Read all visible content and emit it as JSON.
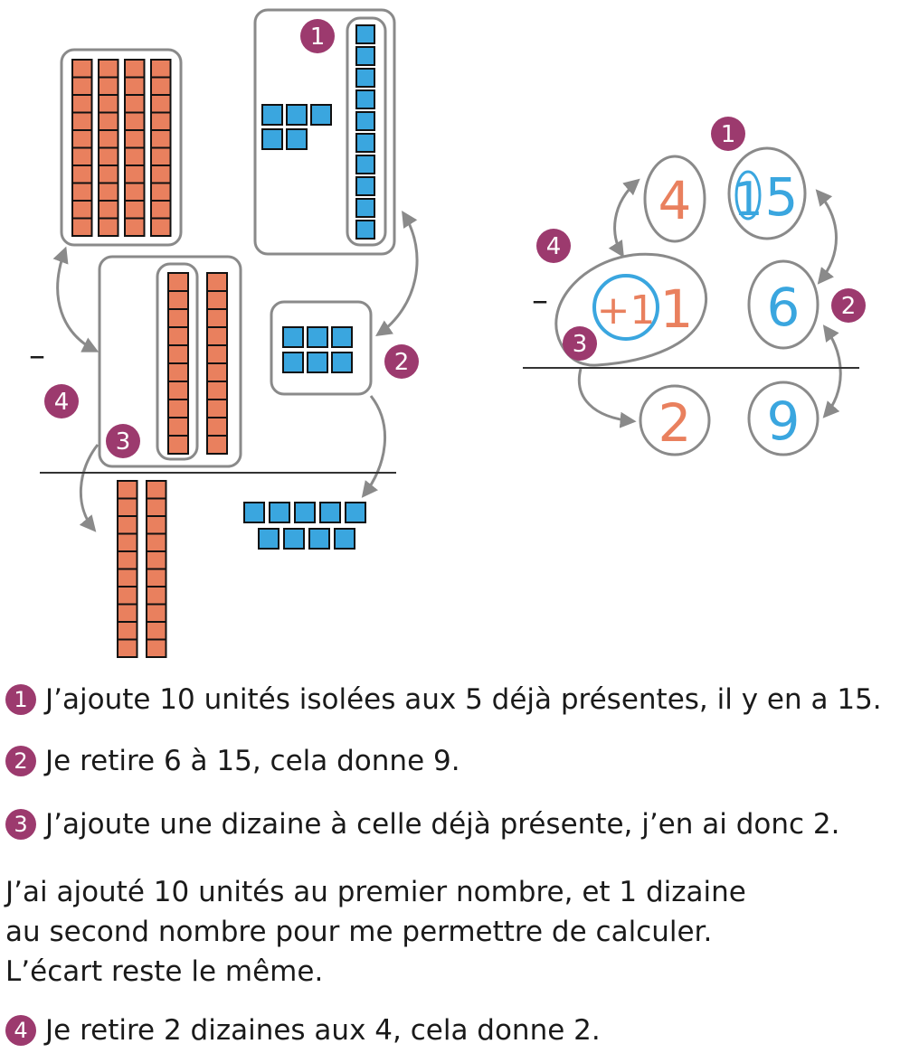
{
  "colors": {
    "tens": "#e9805e",
    "units": "#3aa6df",
    "badge": "#9c3a6e",
    "frame": "#8a8a8a",
    "ink": "#1a1a1a"
  },
  "left_model": {
    "operator": "–",
    "badges": [
      "1",
      "2",
      "3",
      "4"
    ],
    "top_tens_rods": 4,
    "top_units_cubes": 5,
    "added_units_rod": 10,
    "bottom_tens_rods": 2,
    "unit_cubes_removed": 6,
    "result_tens_rods": 2,
    "result_units_cubes": 9
  },
  "right_model": {
    "operator": "–",
    "badges": [
      "1",
      "2",
      "3",
      "4"
    ],
    "top_tens": "4",
    "top_units_extra": "1",
    "top_units": "5",
    "bottom_add": "+1",
    "bottom_tens": "1",
    "bottom_units": "6",
    "result_tens": "2",
    "result_units": "9"
  },
  "steps": [
    {
      "num": "1",
      "text": "J’ajoute 10 unités isolées aux 5 déjà présentes, il y en a 15."
    },
    {
      "num": "2",
      "text": "Je retire 6 à 15, cela donne 9."
    },
    {
      "num": "3",
      "text": "J’ajoute une dizaine à celle déjà présente, j’en ai donc 2."
    }
  ],
  "paragraph": [
    "J’ai ajouté 10 unités au premier nombre, et 1 dizaine",
    "au second nombre pour me permettre de calculer.",
    "L’écart reste le même."
  ],
  "step4": {
    "num": "4",
    "text": "Je retire 2 dizaines aux 4, cela donne 2."
  }
}
